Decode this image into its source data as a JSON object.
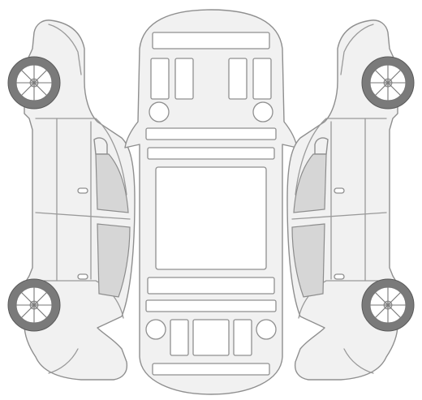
{
  "diagram": {
    "kind": "vehicle-inspection-outline",
    "views": [
      "left-side",
      "top",
      "right-side"
    ],
    "colors": {
      "background": "#ffffff",
      "body": "#f1f1f1",
      "outline": "#8f8f8f",
      "glass": "#d6d6d6",
      "tire": "#7a7a7a"
    }
  }
}
